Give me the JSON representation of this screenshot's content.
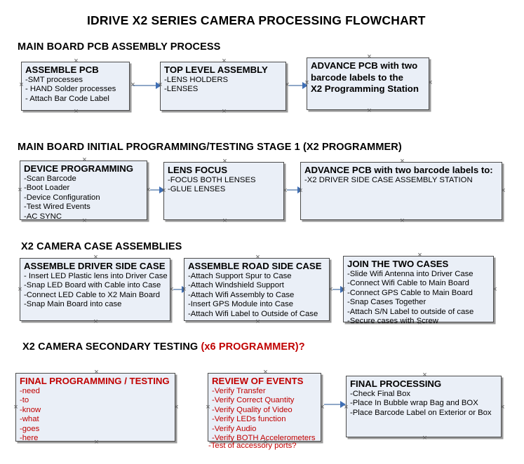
{
  "document": {
    "title": "IDRIVE X2  SERIES CAMERA PROCESSING FLOWCHART"
  },
  "colors": {
    "box_fill": "#eaeff7",
    "box_border": "#4b4b4b",
    "box_shadow": "#9a9a9a",
    "connector": "#8fa8c8",
    "arrow_head": "#3f6fb5",
    "accent_red": "#c00000",
    "text": "#000000"
  },
  "sections": [
    {
      "id": "main-board-pcb-assembly",
      "heading": "MAIN BOARD PCB ASSEMBLY PROCESS",
      "heading_accent": "",
      "boxes": [
        {
          "id": "assemble-pcb",
          "title": "ASSEMBLE PCB",
          "lines": [
            "-SMT processes",
            "- HAND Solder processes",
            "- Attach Bar Code Label"
          ]
        },
        {
          "id": "top-level-assembly",
          "title": "TOP LEVEL ASSEMBLY",
          "lines": [
            "-LENS HOLDERS",
            "-LENSES"
          ]
        },
        {
          "id": "advance-pcb-to-programming-station",
          "title": "ADVANCE PCB with two\nbarcode labels to the\n X2 Programming Station",
          "lines": []
        }
      ]
    },
    {
      "id": "main-board-initial-programming",
      "heading": "MAIN BOARD INITIAL PROGRAMMING/TESTING STAGE 1 (X2 PROGRAMMER)",
      "heading_accent": "",
      "boxes": [
        {
          "id": "device-programming",
          "title": "DEVICE PROGRAMMING",
          "lines": [
            "-Scan Barcode",
            "-Boot Loader",
            "-Device Configuration",
            "-Test Wired Events",
            "-AC SYNC"
          ]
        },
        {
          "id": "lens-focus",
          "title": "LENS FOCUS",
          "lines": [
            "-FOCUS BOTH LENSES",
            "-GLUE LENSES"
          ]
        },
        {
          "id": "advance-pcb-to-driver-side-case",
          "title": "ADVANCE PCB with two barcode labels to:",
          "lines": [
            "-X2 DRIVER  SIDE  CASE  ASSEMBLY STATION"
          ]
        }
      ]
    },
    {
      "id": "x2-camera-case-assemblies",
      "heading": "X2 CAMERA CASE ASSEMBLIES",
      "heading_accent": "",
      "boxes": [
        {
          "id": "assemble-driver-side-case",
          "title": "ASSEMBLE DRIVER SIDE CASE",
          "lines": [
            "- Insert LED Plastic lens into Driver Case",
            "-Snap LED Board with Cable into Case",
            "-Connect LED Cable to X2 Main Board",
            "-Snap Main Board into case"
          ]
        },
        {
          "id": "assemble-road-side-case",
          "title": "ASSEMBLE ROAD SIDE CASE",
          "lines": [
            "-Attach Support Spur to Case",
            "-Attach Windshield Support",
            "-Attach Wifi Assembly to Case",
            "-Insert GPS Module into Case",
            "-Attach Wifi Label to Outside of Case"
          ]
        },
        {
          "id": "join-the-two-cases",
          "title": "JOIN THE TWO CASES",
          "lines": [
            "-Slide Wifi Antenna into Driver Case",
            "-Connect Wifi Cable to Main Board",
            "-Connect GPS Cable to Main Board",
            "-Snap Cases Together",
            "-Attach S/N Label to outside of case",
            "-Secure cases with Screw"
          ]
        }
      ]
    },
    {
      "id": "x2-camera-secondary-testing",
      "heading": "X2 CAMERA SECONDARY TESTING ",
      "heading_accent": "(x6 PROGRAMMER)?",
      "boxes": [
        {
          "id": "final-programming-testing",
          "title": "FINAL PROGRAMMING / TESTING",
          "lines": [
            "-need",
            "-to",
            "-know",
            "-what",
            "-goes",
            "-here"
          ]
        },
        {
          "id": "review-of-events",
          "title": "REVIEW OF EVENTS",
          "lines": [
            "-Verify Transfer",
            "-Verify Correct Quantity",
            "-Verify Quality of Video",
            "-Verify LEDs function",
            "-Verify Audio",
            "-Verify BOTH Accelerometers"
          ],
          "overflow_line": "-Test of accessory ports?"
        },
        {
          "id": "final-processing",
          "title": "FINAL PROCESSING",
          "lines": [
            "-Check Final Box",
            "-Place In Bubble wrap Bag and BOX",
            "-Place Barcode Label on Exterior or Box"
          ]
        }
      ]
    }
  ]
}
